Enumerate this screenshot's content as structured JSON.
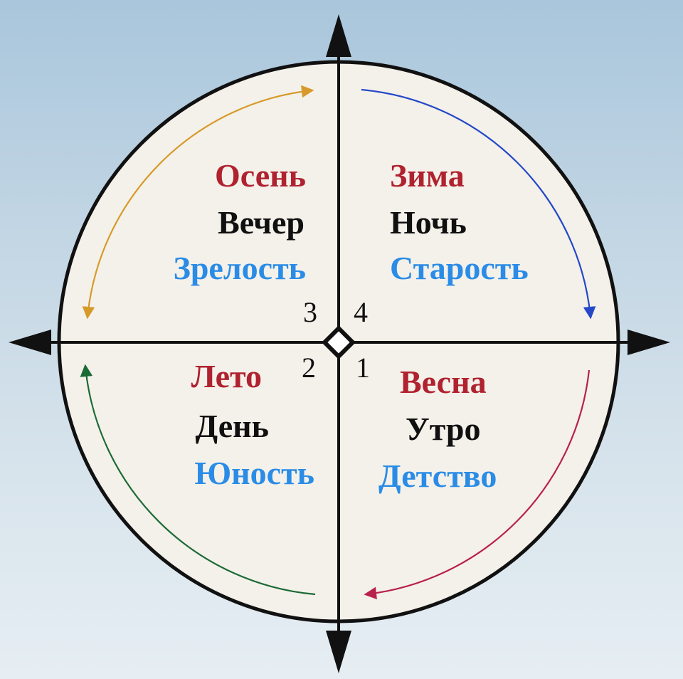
{
  "colors": {
    "season": "#b0222f",
    "time": "#101010",
    "age": "#2a8ce6",
    "arrow_top_left": "#d79a2a",
    "arrow_top_right": "#2448c8",
    "arrow_bottom_right": "#b8214a",
    "arrow_bottom_left": "#1c6a36"
  },
  "quadrants": {
    "q1": {
      "number": "1",
      "season": "Весна",
      "time": "Утро",
      "age": "Детство"
    },
    "q2": {
      "number": "2",
      "season": "Лето",
      "time": "День",
      "age": "Юность"
    },
    "q3": {
      "number": "3",
      "season": "Осень",
      "time": "Вечер",
      "age": "Зрелость"
    },
    "q4": {
      "number": "4",
      "season": "Зима",
      "time": "Ночь",
      "age": "Старость"
    }
  }
}
